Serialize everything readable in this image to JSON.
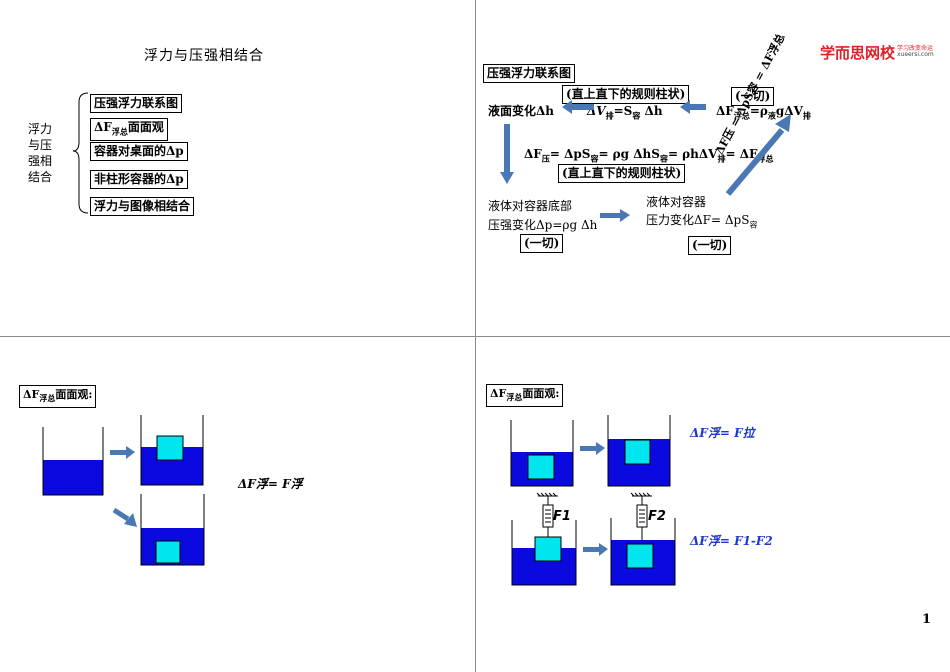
{
  "slide1": {
    "title": "浮力与压强相结合",
    "brace_label_lines": [
      "浮力",
      "与压",
      "强相",
      "结合"
    ],
    "items": [
      "压强浮力联系图",
      "ΔF",
      "浮总",
      "面面观",
      "容器对桌面的Δp",
      "非柱形容器的Δp",
      "浮力与图像相结合"
    ]
  },
  "slide2": {
    "logo_main": "学而思网校",
    "logo_sub1": "学习改变命运",
    "logo_sub2": "xueersi.com",
    "title_box": "压强浮力联系图",
    "box_straight_top": "(直上直下的规则柱状)",
    "box_all_top": "(一切)",
    "liquid_change": "液面变化Δh",
    "dv_formula": "ΔV",
    "dv_sub": "排",
    "dv_rest": "=S",
    "dv_sub2": "容",
    "dv_end": " Δh",
    "f_float": "ΔF",
    "f_float_sub": "浮总",
    "f_float_rest": "=ρ",
    "f_float_sub2": "液",
    "f_float_end": "gΔV",
    "f_float_sub3": "排",
    "middle_formula_a": "ΔF",
    "middle_sub_a": "压",
    "middle_formula_b": "= ΔpS",
    "middle_sub_b": "容",
    "middle_formula_c": "= ρg ΔhS",
    "middle_sub_c": "容",
    "middle_formula_d": "= ρhΔV",
    "middle_sub_d": "排",
    "middle_formula_e": "= ΔF",
    "middle_sub_e": "浮总",
    "box_straight_mid": "(直上直下的规则柱状)",
    "bottom_left_1": "液体对容器底部",
    "bottom_left_2": "压强变化Δp=ρg Δh",
    "box_all_left": "(一切)",
    "bottom_right_1": "液体对容器",
    "bottom_right_2": "压力变化ΔF= ΔpS",
    "bottom_right_sub": "容",
    "box_all_right": "(一切)",
    "diagonal_text": "ΔF压 = ΔpS容 = ΔF浮总"
  },
  "slide3": {
    "header": "ΔF",
    "header_sub": "浮总",
    "header_rest": "面面观:",
    "formula": "ΔF浮= F浮"
  },
  "slide4": {
    "header": "ΔF",
    "header_sub": "浮总",
    "header_rest": "面面观:",
    "formula_top": "ΔF浮= F拉",
    "formula_bottom": "ΔF浮= F1-F2",
    "label_f1": "F1",
    "label_f2": "F2"
  },
  "page_number": "1",
  "colors": {
    "water": "#0a0ae0",
    "block": "#00e5ee",
    "arrow": "#4a78b4",
    "formula_blue": "#1f39c7",
    "logo_red": "#e0212b"
  }
}
